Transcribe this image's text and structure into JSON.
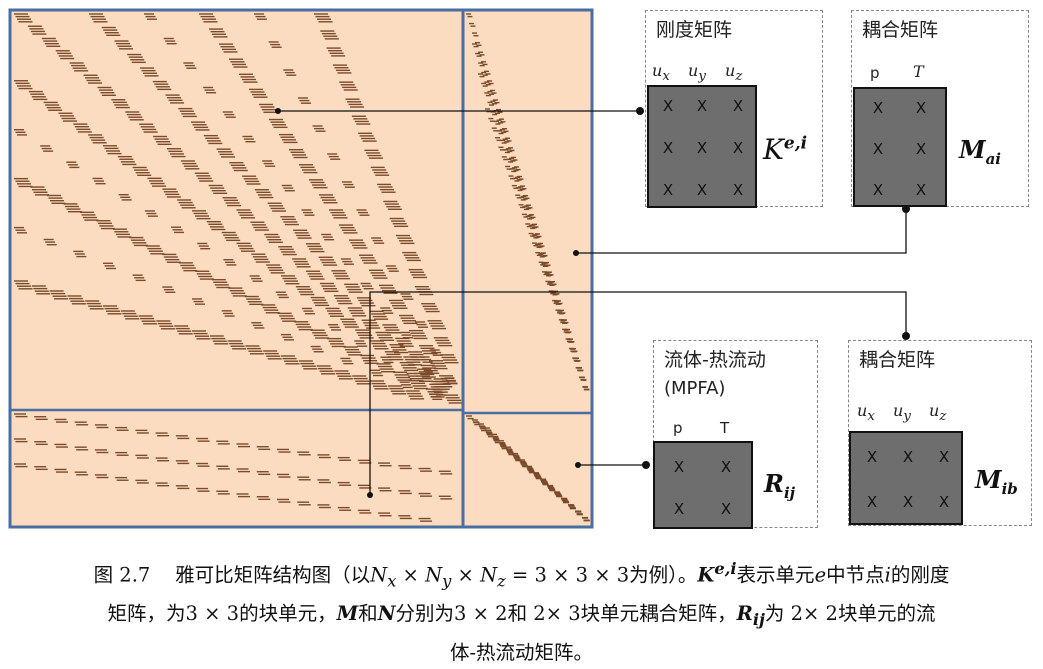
{
  "panels": {
    "stiffness": {
      "title": "刚度矩阵",
      "cols": [
        "x",
        "y",
        "z"
      ],
      "symbol_base": "K",
      "symbol_sup": "e,i"
    },
    "coupling_a": {
      "title": "耦合矩阵",
      "cols": [
        "p",
        "T"
      ],
      "symbol_base": "M",
      "symbol_sub": "ai"
    },
    "flow": {
      "title_line1": "流体-热流动",
      "title_line2": "(MPFA)",
      "cols": [
        "p",
        "T"
      ],
      "symbol_base": "R",
      "symbol_sub": "ij"
    },
    "coupling_b": {
      "title": "耦合矩阵",
      "cols": [
        "x",
        "y",
        "z"
      ],
      "symbol_base": "M",
      "symbol_sub": "ib"
    }
  },
  "cell_mark": "X",
  "col_prefix": "u",
  "caption": {
    "fig": "图 2.7",
    "t1": "雅可比矩阵结构图（以",
    "nx": "N",
    "sx": "x",
    "times": " × ",
    "ny": "N",
    "sy": "y",
    "nz": "N",
    "sz": "z",
    "t2": " = 3 × 3 × 3为例）。",
    "k": "K",
    "ksup": "e,i",
    "t3": "表示单元",
    "e": "e",
    "t4": "中节点",
    "i": "i",
    "t5": "的刚度",
    "t6": "矩阵，为3 × 3的块单元，",
    "m": "M",
    "t7": "和",
    "n": "N",
    "t8": "分别为3 × 2和 2× 3块单元耦合矩阵，",
    "r": "R",
    "rsub": "ij",
    "t9": "为 2× 2块单元的流",
    "t10": "体-热流动矩阵。"
  },
  "colors": {
    "matrix_bg": "#fbdcc0",
    "matrix_border": "#4a6ea0",
    "entries": "#7a4a2a",
    "cell_bg": "#6e6e6e"
  }
}
